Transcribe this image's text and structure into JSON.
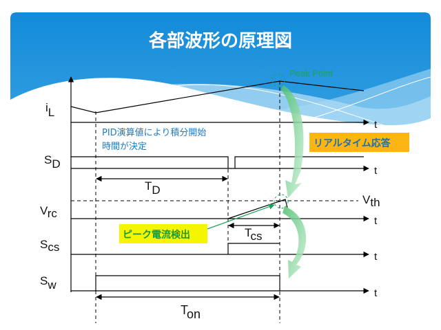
{
  "slide": {
    "title": "各部波形の原理図",
    "colors": {
      "header_top": "#1a8fd8",
      "header_bottom": "#7cc8f2",
      "accent_green": "#1aa35a",
      "note_blue": "#1f7ac0",
      "realtime_box": "#fbb613",
      "realtime_text": "#1f6fb0",
      "peak_box": "#f5f500",
      "peak_text": "#1a9a3a"
    }
  },
  "diagram": {
    "signals": [
      {
        "id": "iL",
        "main": "i",
        "sub": "L",
        "axis_label": "t"
      },
      {
        "id": "SD",
        "main": "S",
        "sub": "D",
        "axis_label": "t"
      },
      {
        "id": "Vrc",
        "main": "V",
        "sub": "rc",
        "axis_label": "t"
      },
      {
        "id": "Scs",
        "main": "S",
        "sub": "cs",
        "axis_label": "t"
      },
      {
        "id": "Sw",
        "main": "S",
        "sub": "w",
        "axis_label": "t"
      }
    ],
    "threshold": {
      "main": "V",
      "sub": "th"
    },
    "intervals": {
      "td": {
        "main": "T",
        "sub": "D"
      },
      "tcs": {
        "main": "T",
        "sub": "cs"
      },
      "ton": {
        "main": "T",
        "sub": "on"
      }
    },
    "annotations": {
      "peak_point": "Peak Point",
      "pid_note_line1": "PID演算値により積分開始",
      "pid_note_line2": "時間が決定",
      "realtime": "リアルタイム応答",
      "peak_detect": "ピーク電流検出"
    }
  }
}
